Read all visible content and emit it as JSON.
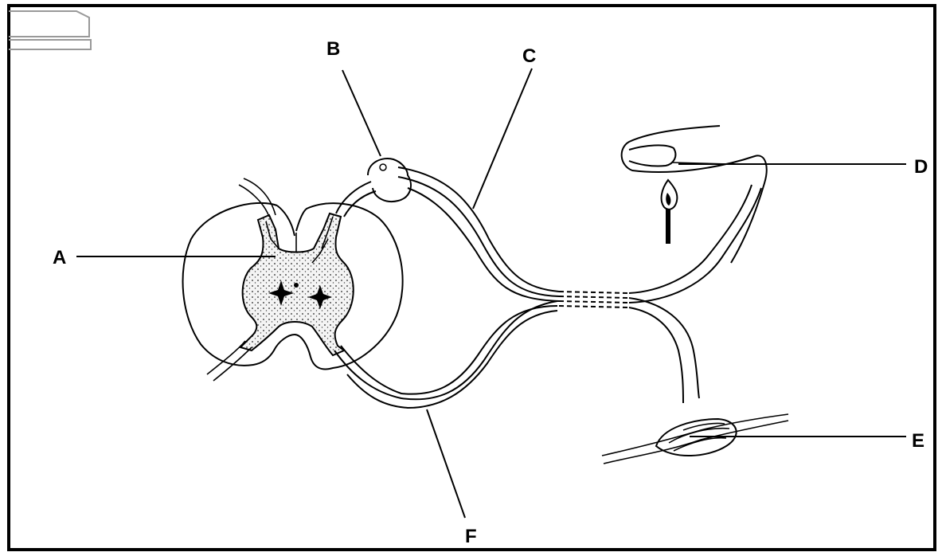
{
  "labels": {
    "a": "A",
    "b": "B",
    "c": "C",
    "d": "D",
    "e": "E",
    "f": "F"
  },
  "colors": {
    "stroke": "#000000",
    "background": "#ffffff",
    "grey_matter_fill": "#f2f2f2"
  }
}
